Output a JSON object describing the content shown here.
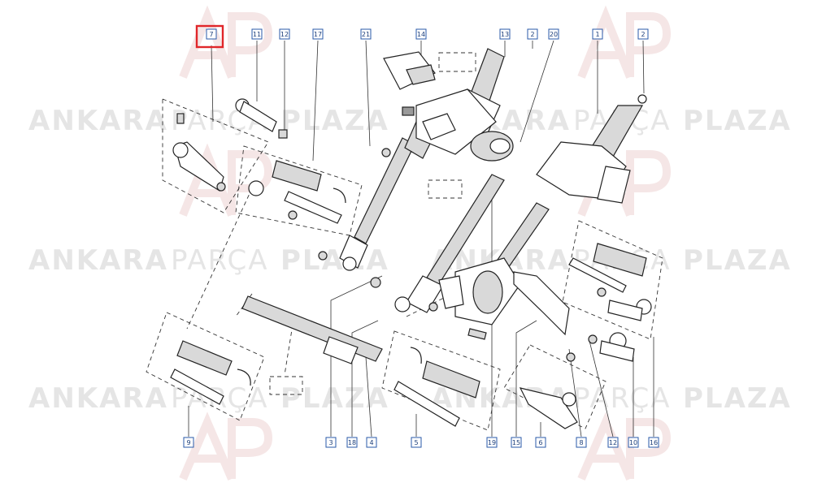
{
  "watermark": {
    "word1": "ANKARA",
    "word2": "PARÇA",
    "word3": "PLAZA",
    "logo_color": "#c0392b"
  },
  "highlight_color": "#e0262a",
  "callout_color": "#2a5aa8",
  "highlighted_callout": "7",
  "callouts_top": [
    "7",
    "11",
    "12",
    "17",
    "21",
    "14",
    "13",
    "2",
    "20",
    "1",
    "2"
  ],
  "callouts_bottom": [
    "9",
    "3",
    "18",
    "4",
    "5",
    "19",
    "15",
    "6",
    "8",
    "12",
    "10",
    "16"
  ]
}
